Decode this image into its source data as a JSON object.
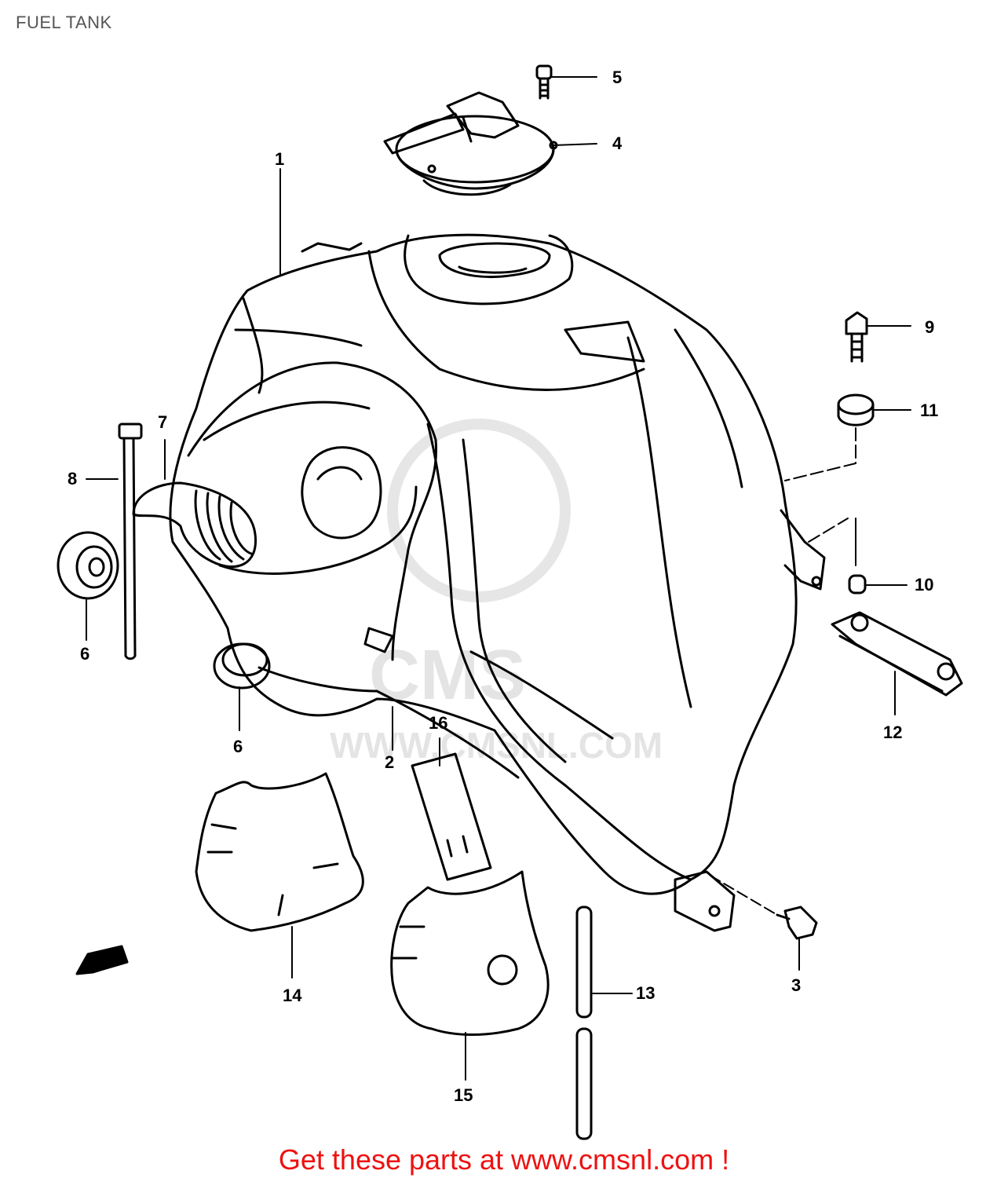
{
  "title": "FUEL TANK",
  "footer": "Get these parts at www.cmsnl.com !",
  "watermark": {
    "logo": "CMS",
    "url": "WWW.CMSNL.COM"
  },
  "parts": [
    {
      "key": "p1",
      "label": "1"
    },
    {
      "key": "p2",
      "label": "2"
    },
    {
      "key": "p3",
      "label": "3"
    },
    {
      "key": "p4",
      "label": "4"
    },
    {
      "key": "p5",
      "label": "5"
    },
    {
      "key": "p6a",
      "label": "6"
    },
    {
      "key": "p6b",
      "label": "6"
    },
    {
      "key": "p7",
      "label": "7"
    },
    {
      "key": "p8",
      "label": "8"
    },
    {
      "key": "p9",
      "label": "9"
    },
    {
      "key": "p10",
      "label": "10"
    },
    {
      "key": "p11",
      "label": "11"
    },
    {
      "key": "p12",
      "label": "12"
    },
    {
      "key": "p13",
      "label": "13"
    },
    {
      "key": "p14",
      "label": "14"
    },
    {
      "key": "p15",
      "label": "15"
    },
    {
      "key": "p16",
      "label": "16"
    }
  ],
  "colors": {
    "line": "#000000",
    "footer": "#ee1111",
    "title": "#555555",
    "watermark": "#e4e4e4"
  }
}
